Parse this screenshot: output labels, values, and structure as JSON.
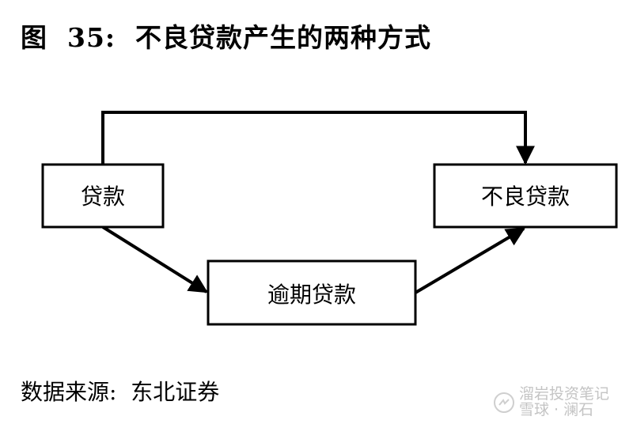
{
  "title": "图  35:  不良贷款产生的两种方式",
  "diagram": {
    "nodes": {
      "loan": "贷款",
      "npl": "不良贷款",
      "overdue": "逾期贷款"
    },
    "edges": [
      {
        "from": "贷款",
        "to": "不良贷款",
        "route": "direct-top"
      },
      {
        "from": "贷款",
        "to": "逾期贷款",
        "route": "diagonal"
      },
      {
        "from": "逾期贷款",
        "to": "不良贷款",
        "route": "diagonal"
      }
    ]
  },
  "source": "数据来源:  东北证券",
  "watermark": {
    "line1": "溜岩投资笔记",
    "line2": "雪球 · 澜石",
    "icon": "wechat-icon"
  }
}
